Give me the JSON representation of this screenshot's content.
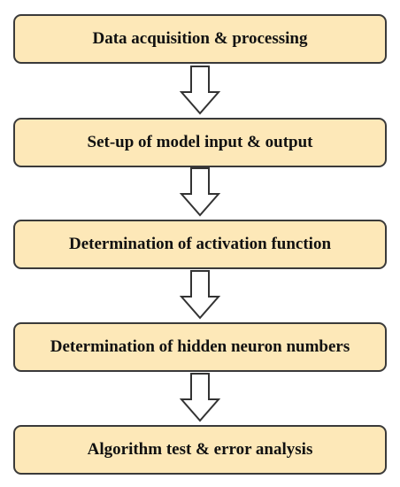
{
  "diagram": {
    "steps": [
      {
        "label": "Data acquisition & processing"
      },
      {
        "label": "Set-up of model input & output"
      },
      {
        "label": "Determination of activation function"
      },
      {
        "label": "Determination of hidden neuron numbers"
      },
      {
        "label": "Algorithm test & error analysis"
      }
    ],
    "colors": {
      "box_fill": "#fde8b8",
      "box_border": "#3a3a3a",
      "arrow_stroke": "#333333",
      "arrow_fill": "#ffffff",
      "text": "#111111"
    }
  }
}
